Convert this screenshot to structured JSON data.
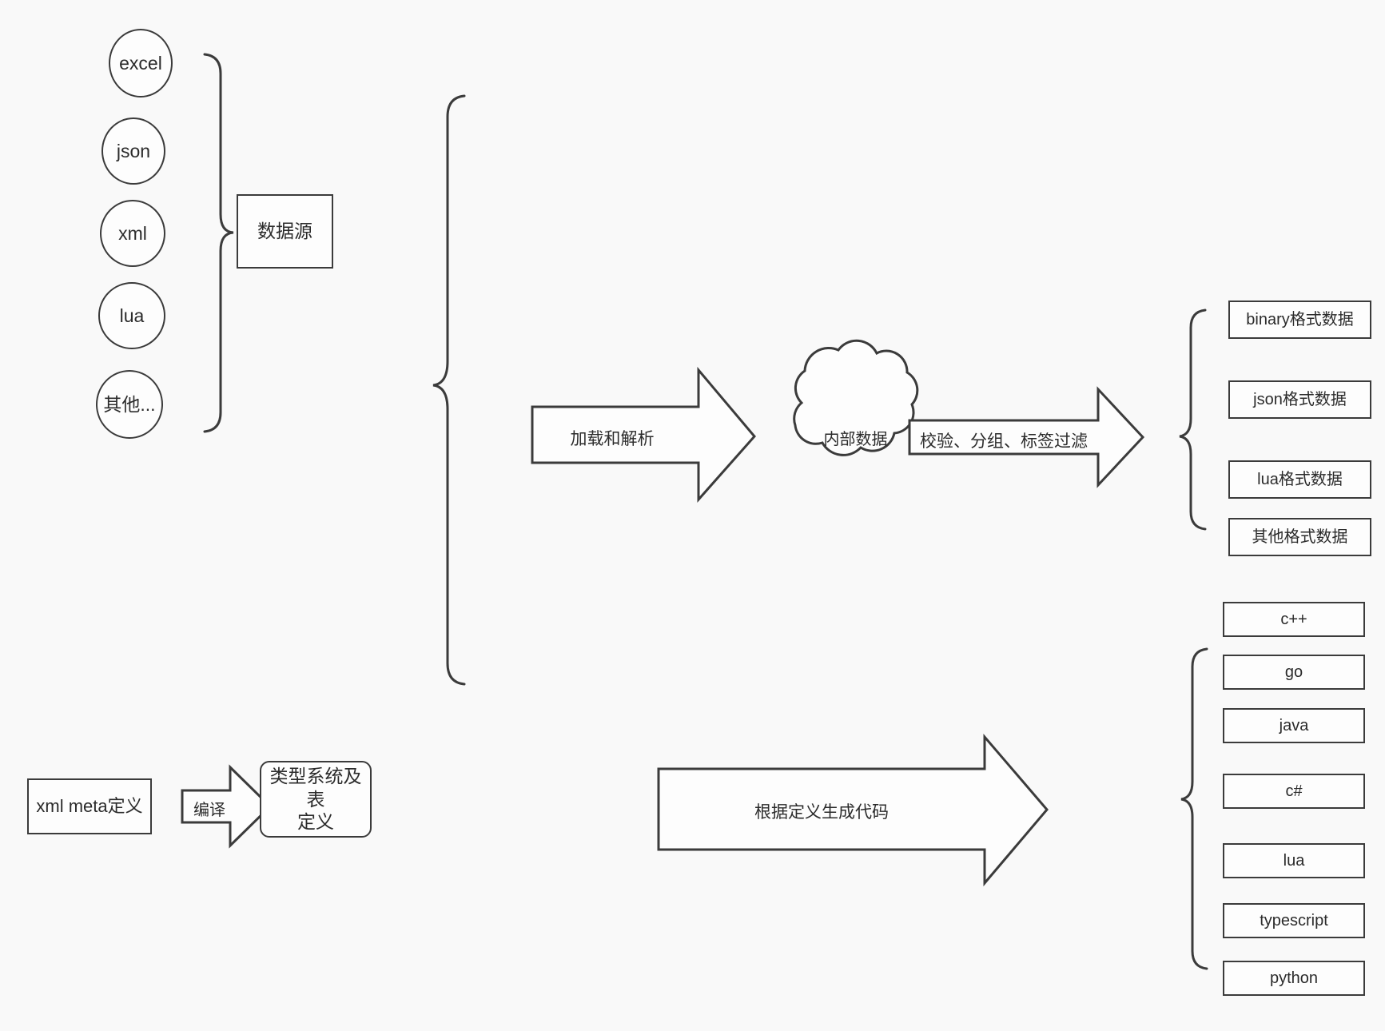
{
  "diagram": {
    "title": "Data pipeline and code generation flow",
    "colors": {
      "background": "#f9f9f9",
      "stroke": "#3b3b3b",
      "fill": "#fdfdfd",
      "text": "#2b2b2b"
    },
    "sources": [
      {
        "label": "excel"
      },
      {
        "label": "json"
      },
      {
        "label": "xml"
      },
      {
        "label": "lua"
      },
      {
        "label": "其他..."
      }
    ],
    "source_group_box": {
      "label": "数据源"
    },
    "meta": {
      "input_box": {
        "label": "xml meta定义"
      },
      "compile_arrow": {
        "label": "编译"
      },
      "type_system_box": {
        "label": "类型系统及表\n定义"
      }
    },
    "pipeline": {
      "load_arrow": {
        "label": "加载和解析"
      },
      "cloud": {
        "label": "内部数据"
      },
      "filter_arrow": {
        "label": "校验、分组、标签过滤"
      },
      "codegen_arrow": {
        "label": "根据定义生成代码"
      }
    },
    "data_outputs": [
      {
        "label": "binary格式数据"
      },
      {
        "label": "json格式数据"
      },
      {
        "label": "lua格式数据"
      },
      {
        "label": "其他格式数据"
      }
    ],
    "code_outputs": [
      {
        "label": "c++"
      },
      {
        "label": "go"
      },
      {
        "label": "java"
      },
      {
        "label": "c#"
      },
      {
        "label": "lua"
      },
      {
        "label": "typescript"
      },
      {
        "label": "python"
      }
    ]
  }
}
